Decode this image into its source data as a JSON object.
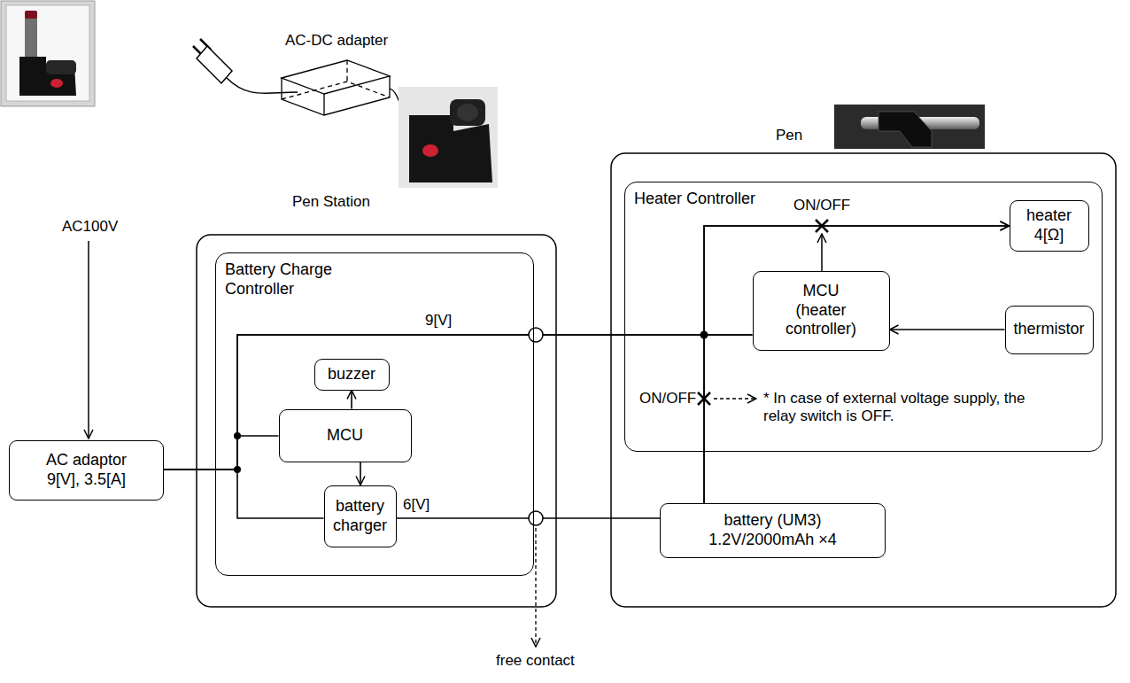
{
  "diagram": {
    "nodes": [
      {
        "text": [
          "Battery Charge Controller"
        ]
      },
      {
        "text": [
          "buzzer"
        ],
        "in": 0
      },
      {
        "text": [
          "MCU"
        ],
        "in": 0
      },
      {
        "text": [
          "battery charger"
        ],
        "in": 0
      },
      {
        "text": [
          "AC adaptor 9[V], 3.5[A]"
        ]
      },
      {
        "text": [
          "Heater Controller"
        ]
      },
      {
        "text": [
          "heater 4[Ω]"
        ],
        "in": 5
      },
      {
        "text": [
          "MCU (heater controller)"
        ],
        "in": 5
      },
      {
        "text": [
          "thermistor"
        ],
        "in": 5
      },
      {
        "text": [
          "battery (UM3) 1.2V/2000mAh ×4"
        ]
      }
    ],
    "edges": [
      {
        "from": 2,
        "to": 1,
        "arrow": "to"
      },
      {
        "from": 2,
        "to": 3,
        "arrow": "to"
      },
      {
        "from": 4,
        "to": 2,
        "arrow": "none"
      },
      {
        "from": 4,
        "to": 3,
        "arrow": "none"
      },
      {
        "from": 4,
        "to": 7,
        "arrow": "none"
      },
      {
        "from": 4,
        "to": 6,
        "arrow": "to"
      },
      {
        "from": 3,
        "to": 9,
        "arrow": "none"
      },
      {
        "from": 9,
        "to": 7,
        "arrow": "none"
      },
      {
        "from": 9,
        "to": 6,
        "arrow": "to"
      },
      {
        "from": 8,
        "to": 7,
        "arrow": "to"
      }
    ],
    "labels": [
      "AC-DC adapter",
      "Pen Station",
      "Pen",
      "9[V]",
      "6[V]",
      "AC100V",
      "ON/OFF",
      "ON/OFF",
      "* In case of external voltage supply, the relay switch is OFF.",
      "free contact"
    ]
  }
}
